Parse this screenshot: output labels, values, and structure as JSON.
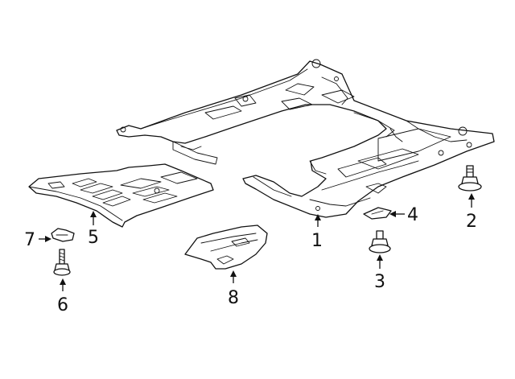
{
  "callouts": {
    "c1": "1",
    "c2": "2",
    "c3": "3",
    "c4": "4",
    "c5": "5",
    "c6": "6",
    "c7": "7",
    "c8": "8"
  },
  "colors": {
    "line": "#111111",
    "background": "#ffffff"
  }
}
